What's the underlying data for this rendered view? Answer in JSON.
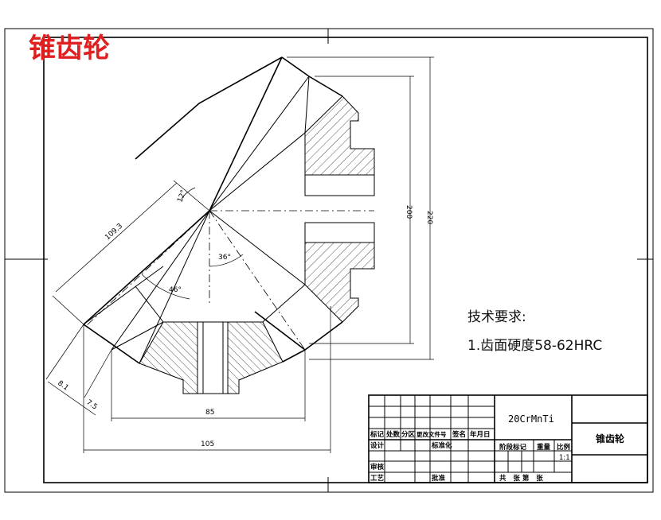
{
  "title": "锥齿轮",
  "dimensions": {
    "d_220": "220",
    "d_200": "200",
    "d_109_3": "109.3",
    "d_85": "85",
    "d_105": "105",
    "d_8_1": "8.1",
    "d_7_5": "7.5",
    "angle_12": "12°",
    "angle_36": "36°",
    "angle_46": "46°"
  },
  "tech_requirements": {
    "heading": "技术要求:",
    "item1": "1.齿面硬度58-62HRC"
  },
  "title_block": {
    "material": "20CrMnTi",
    "part_name": "锥齿轮",
    "col_mark": "标记",
    "col_count": "处数",
    "col_zone": "分区",
    "col_doc": "更改文件号",
    "col_sign": "签名",
    "col_date": "年月日",
    "row_design": "设计",
    "row_standard": "标准化",
    "row_review": "审核",
    "row_process": "工艺",
    "row_approve": "批准",
    "stage_mark": "阶段标记",
    "weight": "重量",
    "scale": "比例",
    "scale_value": "1:1",
    "sheets": "共   张 第   张"
  }
}
